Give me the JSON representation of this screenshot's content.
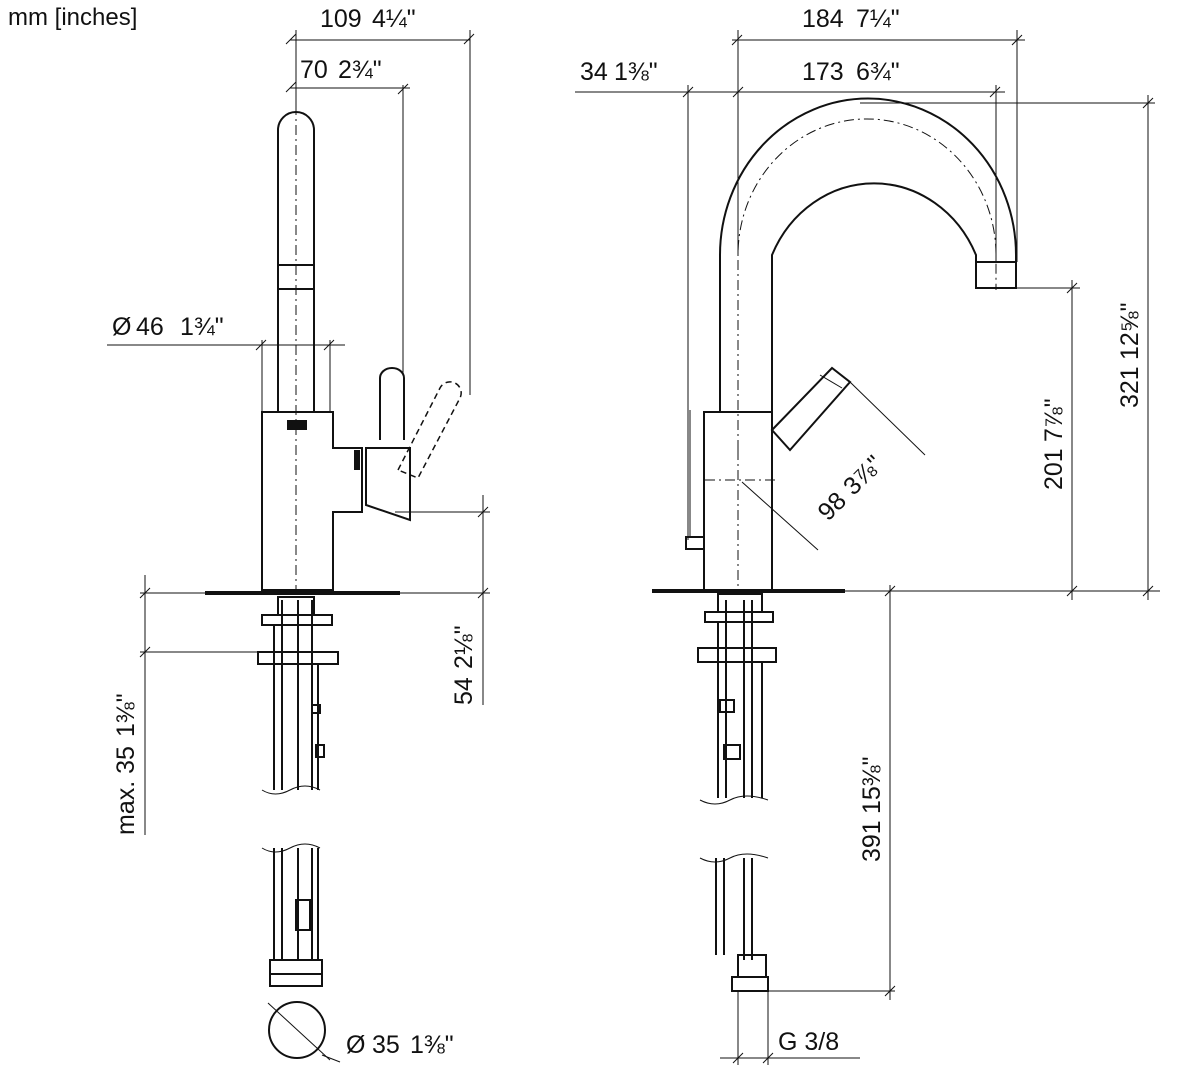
{
  "unit_label": "mm [inches]",
  "dimensions": {
    "side_total_width": {
      "mm": "109",
      "inch": "4¼\""
    },
    "side_spout_reach": {
      "mm": "70",
      "inch": "2¾\""
    },
    "body_diameter": {
      "symbol": "Ø",
      "mm": "46",
      "inch": "1¾\""
    },
    "lever_height": {
      "mm": "54",
      "inch": "2⅛\""
    },
    "deck_thickness": {
      "mm": "max. 35",
      "inch": "1⅜\""
    },
    "hose_diameter": {
      "symbol": "Ø",
      "mm": "35",
      "inch": "1⅜\""
    },
    "front_total_width": {
      "mm": "184",
      "inch": "7¼\""
    },
    "front_spout_reach": {
      "mm": "173",
      "inch": "6¾\""
    },
    "front_offset": {
      "mm": "34",
      "inch": "1⅜\""
    },
    "lever_length": {
      "mm": "98",
      "inch": "3⅞\""
    },
    "spout_clearance": {
      "mm": "201",
      "inch": "7⅞\""
    },
    "total_height": {
      "mm": "321",
      "inch": "12⅝\""
    },
    "hose_length": {
      "mm": "391",
      "inch": "15⅜\""
    },
    "connection_thread": "G 3/8"
  }
}
